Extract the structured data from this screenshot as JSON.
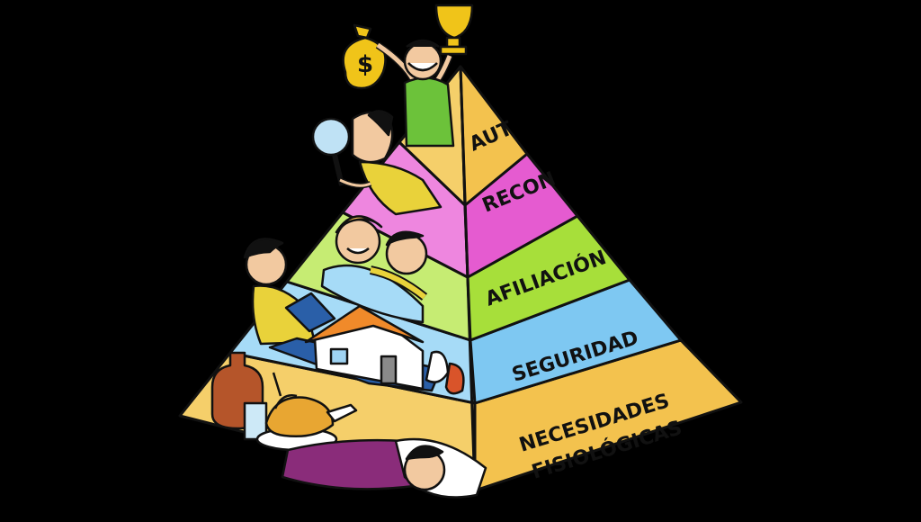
{
  "diagram": {
    "levels": [
      {
        "label": "NECESIDADES",
        "label2": "FISIOLÓGICAS",
        "color_right": "#f3c24e",
        "color_left": "#f5cf6a"
      },
      {
        "label": "SEGURIDAD",
        "color_right": "#7ec8f2",
        "color_left": "#a6dbf7"
      },
      {
        "label": "AFILIACIÓN",
        "color_right": "#a7df3a",
        "color_left": "#c6ec73"
      },
      {
        "label": "RECONOCIMIENTO",
        "visible": "RECON",
        "color_right": "#e55bd0",
        "color_left": "#ee86df"
      },
      {
        "label": "AUTORREALIZACIÓN",
        "visible": "AUT",
        "color_right": "#f3c24e",
        "color_left": "#f5cf6a"
      }
    ],
    "illustrations": [
      "person-sleeping-icon",
      "food-and-drink-icon",
      "house-icon",
      "person-reading-icon",
      "friends-hugging-icon",
      "person-with-magnifier-icon",
      "person-with-money-and-trophy-icon"
    ]
  }
}
